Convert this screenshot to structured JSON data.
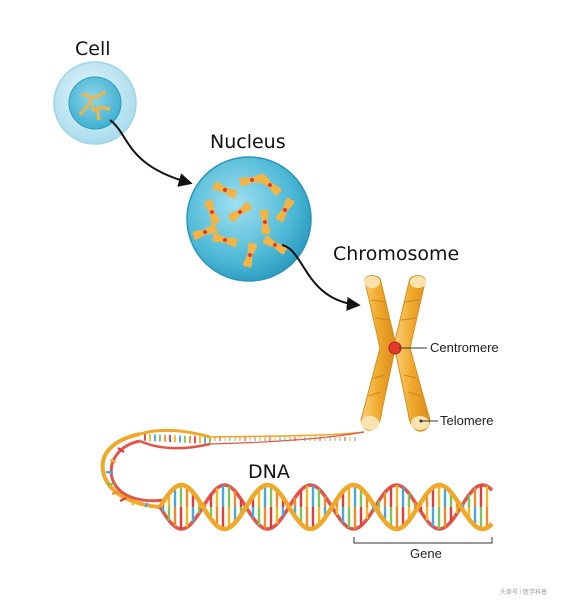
{
  "labels": {
    "cell": "Cell",
    "nucleus": "Nucleus",
    "chromosome": "Chromosome",
    "centromere": "Centromere",
    "telomere": "Telomere",
    "dna": "DNA",
    "gene": "Gene"
  },
  "watermark": "头条号 / 医学科普",
  "colors": {
    "cell_outer": "#bfe6f3",
    "nucleus": "#4fb9d6",
    "chromosome": "#f1b445",
    "centromere": "#e23a2c",
    "dna_backbone": "#f0a828",
    "dna_backbone_back": "#e2554a",
    "base_colors": [
      "#e23b3b",
      "#f5b51f",
      "#47a8e0",
      "#7dc45a",
      "#f08a2c"
    ]
  }
}
